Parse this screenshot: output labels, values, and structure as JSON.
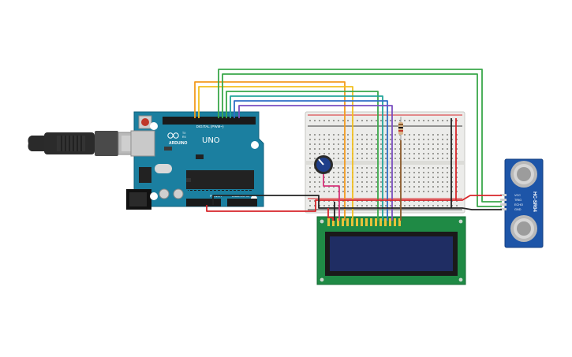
{
  "board": {
    "logo": "ARDUINO",
    "model": "UNO",
    "digital_label": "DIGITAL (PWM~)",
    "power_label": "POWER",
    "analog_label": "ANALOG IN",
    "tx_label": "TX",
    "rx_label": "RX"
  },
  "sensor": {
    "model": "HC-SR04",
    "pins": [
      "VCC",
      "TRIG",
      "ECHO",
      "GND"
    ]
  },
  "colors": {
    "board_teal": "#1b7fa0",
    "board_dark": "#13698a",
    "breadboard": "#ececea",
    "lcd_pcb": "#1f8a45",
    "lcd_screen": "#1f2d63",
    "sensor_board": "#1d55a8",
    "wire_orange": "#f29a1e",
    "wire_yellow": "#f2c020",
    "wire_green": "#3aa84a",
    "wire_teal": "#24a59a",
    "wire_blue": "#2f6fc8",
    "wire_purple": "#7a4fc0",
    "wire_red": "#d8262a",
    "wire_black": "#222222",
    "wire_brown": "#8a5a2b",
    "wire_magenta": "#d6337a"
  }
}
